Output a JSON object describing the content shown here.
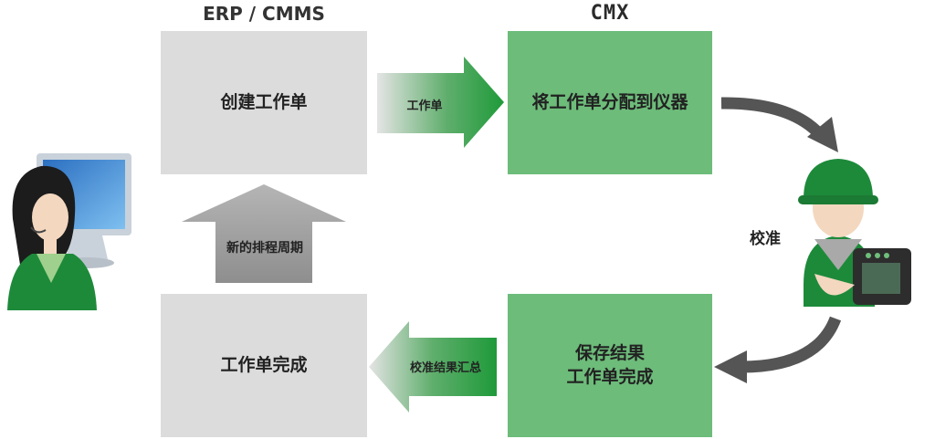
{
  "headers": {
    "erp": "ERP / CMMS",
    "cmx": "CMX"
  },
  "boxes": {
    "create": "创建工作单",
    "assign": "将工作单分配到仪器",
    "save_line1": "保存结果",
    "save_line2": "工作单完成",
    "done": "工作单完成"
  },
  "arrows": {
    "work_order": "工作单",
    "new_schedule": "新的排程周期",
    "calibration_summary": "校准结果汇总",
    "calibrate": "校准"
  },
  "colors": {
    "gray_box": "#dcdcdc",
    "green_box": "#6dbc7a",
    "arrow_green": "#2e9a43",
    "arrow_gray": "#9a9a9a",
    "curve": "#555555"
  }
}
